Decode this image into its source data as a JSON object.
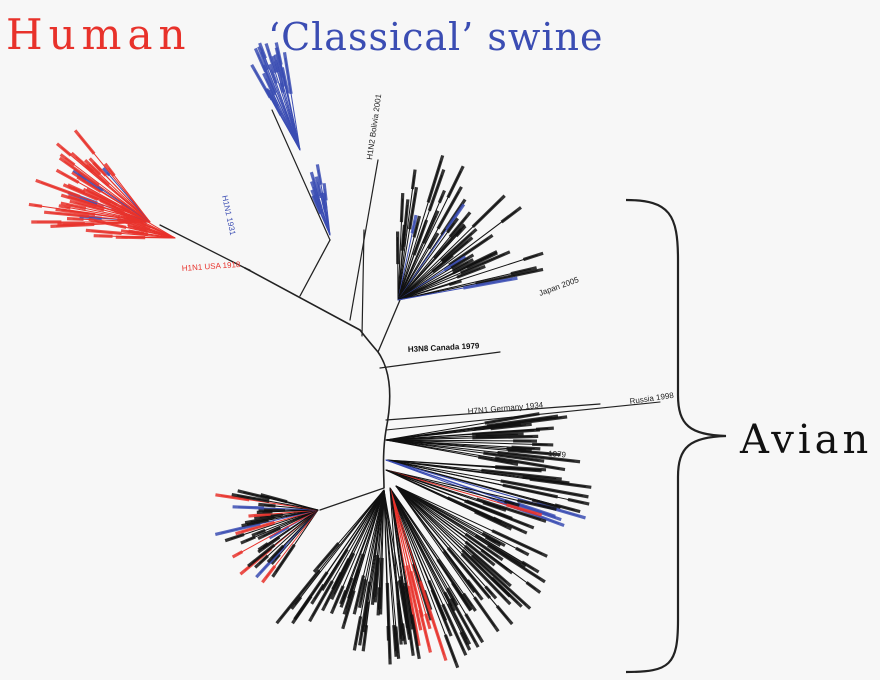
{
  "labels": {
    "human": "Human",
    "classical_swine": "‘Classical’ swine",
    "avian": "Avian"
  },
  "colors": {
    "human": "#e8322b",
    "swine": "#3b4db3",
    "avian": "#111111",
    "branch": "#222222"
  },
  "strain_labels": {
    "h1n1_usa_1918": "H1N1 USA 1918",
    "h1n1_1931": "H1N1 1931",
    "h1n2_bolivia_2001": "H1N2 Bolivia 2001",
    "h3n8_canada_1979": "H3N8 Canada 1979",
    "h2n7_japan_2005": "Japan 2005",
    "h1n1_germany_1934": "H7N1 Germany 1934",
    "russia_1998": "Russia 1998",
    "h1n2_1979": "1979"
  }
}
